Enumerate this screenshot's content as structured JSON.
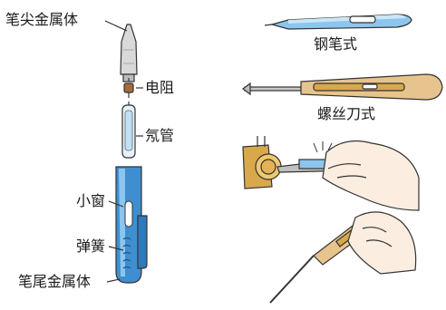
{
  "labels": {
    "tip_metal": "笔尖金属体",
    "resistor": "电阻",
    "neon_tube": "氖管",
    "window": "小窗",
    "spring": "弹簧",
    "tail_metal": "笔尾金属体",
    "pen_style": "钢笔式",
    "screwdriver_style": "螺丝刀式"
  },
  "colors": {
    "pen_body": "#3f8fd0",
    "pen_body_light": "#8cc6ee",
    "metal": "#c8c8c8",
    "wood_handle": "#e7c48d",
    "socket": "#d9a84a",
    "skin": "#fbeee0",
    "outline": "#333333"
  }
}
